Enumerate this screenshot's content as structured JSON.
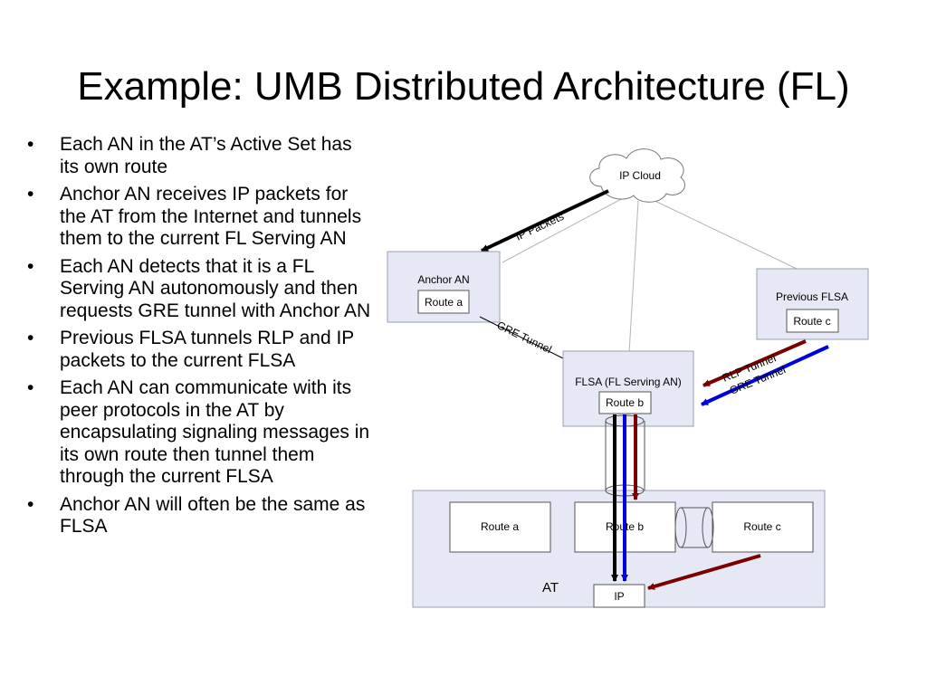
{
  "title": "Example: UMB Distributed Architecture (FL)",
  "bullets": [
    "Each AN in the AT’s Active Set has its own route",
    "Anchor AN receives IP packets for the AT from the Internet and tunnels them to the current FL Serving AN",
    "Each AN detects that it is a FL Serving AN autonomously and then requests GRE tunnel with Anchor AN",
    "Previous FLSA tunnels RLP and IP packets to the current FLSA",
    "Each AN can communicate with its peer protocols in the AT by encapsulating signaling messages in its own route then tunnel them through the current FLSA",
    "Anchor AN will often be the same as FLSA"
  ],
  "bullet_char": "•",
  "diagram": {
    "cloud_label": "IP Cloud",
    "anchor_an": {
      "label": "Anchor AN",
      "route": "Route a"
    },
    "previous_flsa": {
      "label": "Previous FLSA",
      "route": "Route c"
    },
    "flsa": {
      "label": "FLSA (FL Serving AN)",
      "route": "Route b"
    },
    "at": {
      "label": "AT",
      "routes": [
        "Route a",
        "Route b",
        "Route c"
      ],
      "ip": "IP"
    },
    "edge_labels": {
      "ip_packets": "IP Packets",
      "gre_tunnel_anchor": "GRE Tunnel",
      "rlp_tunnel": "RLP Tunnel",
      "gre_tunnel_prev": "GRE Tunnel"
    },
    "colors": {
      "box_fill": "#e6e9f5",
      "box_stroke": "#9aa0b0",
      "dark_red": "#7a0000",
      "blue": "#0000dd",
      "black": "#000000"
    }
  }
}
